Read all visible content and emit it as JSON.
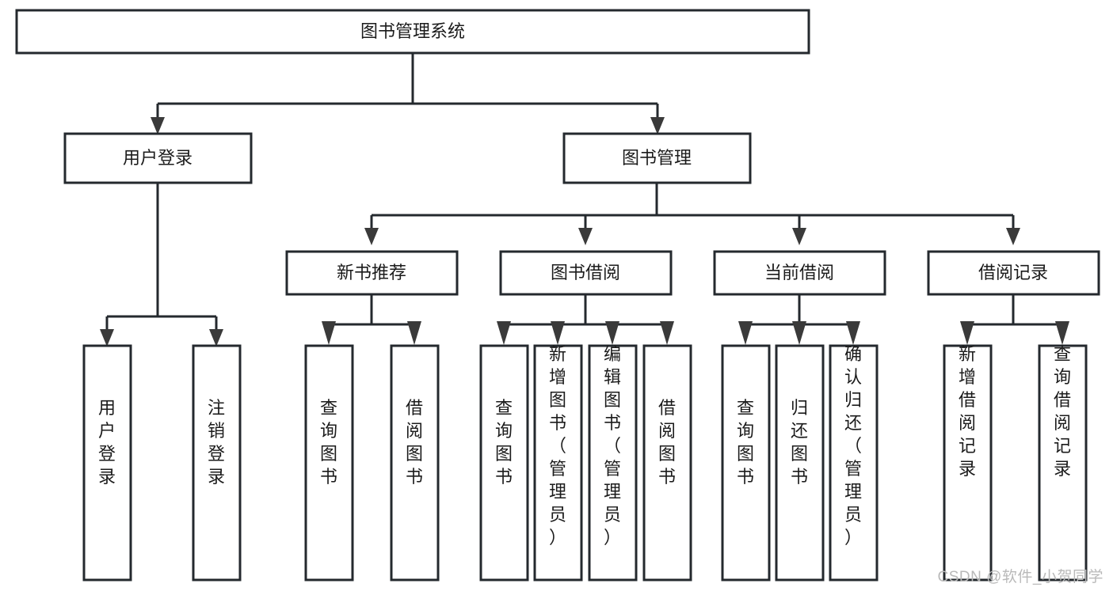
{
  "diagram": {
    "title": "图书管理系统",
    "watermark": "CSDN @软件_小贺同学",
    "style": {
      "box_fill": "#ffffff",
      "box_stroke": "#24292e",
      "text_color": "#1b1b1b",
      "watermark_color": "#b9b9b9",
      "background": "#ffffff"
    },
    "nodes": {
      "root": {
        "label": "图书管理系统"
      },
      "level2": [
        {
          "id": "user-login",
          "label": "用户登录"
        },
        {
          "id": "book-management",
          "label": "图书管理"
        }
      ],
      "level3": [
        {
          "id": "new-book-recommend",
          "label": "新书推荐"
        },
        {
          "id": "book-borrow",
          "label": "图书借阅"
        },
        {
          "id": "current-borrow",
          "label": "当前借阅"
        },
        {
          "id": "borrow-record",
          "label": "借阅记录"
        }
      ],
      "leaves": {
        "user_login": [
          {
            "id": "leaf-user-login",
            "label": "用户登录"
          },
          {
            "id": "leaf-logout-login",
            "label": "注销登录"
          }
        ],
        "new_book_recommend": [
          {
            "id": "leaf-query-book-1",
            "label": "查询图书"
          },
          {
            "id": "leaf-borrow-book-1",
            "label": "借阅图书"
          }
        ],
        "book_borrow": [
          {
            "id": "leaf-query-book-2",
            "label": "查询图书"
          },
          {
            "id": "leaf-add-book",
            "label": "新增图书（管理员）"
          },
          {
            "id": "leaf-edit-book",
            "label": "编辑图书（管理员）"
          },
          {
            "id": "leaf-borrow-book-2",
            "label": "借阅图书"
          }
        ],
        "current_borrow": [
          {
            "id": "leaf-query-book-3",
            "label": "查询图书"
          },
          {
            "id": "leaf-return-book",
            "label": "归还图书"
          },
          {
            "id": "leaf-confirm-return",
            "label": "确认归还（管理员）"
          }
        ],
        "borrow_record": [
          {
            "id": "leaf-add-record",
            "label": "新增借阅记录"
          },
          {
            "id": "leaf-query-record",
            "label": "查询借阅记录"
          }
        ]
      }
    }
  }
}
